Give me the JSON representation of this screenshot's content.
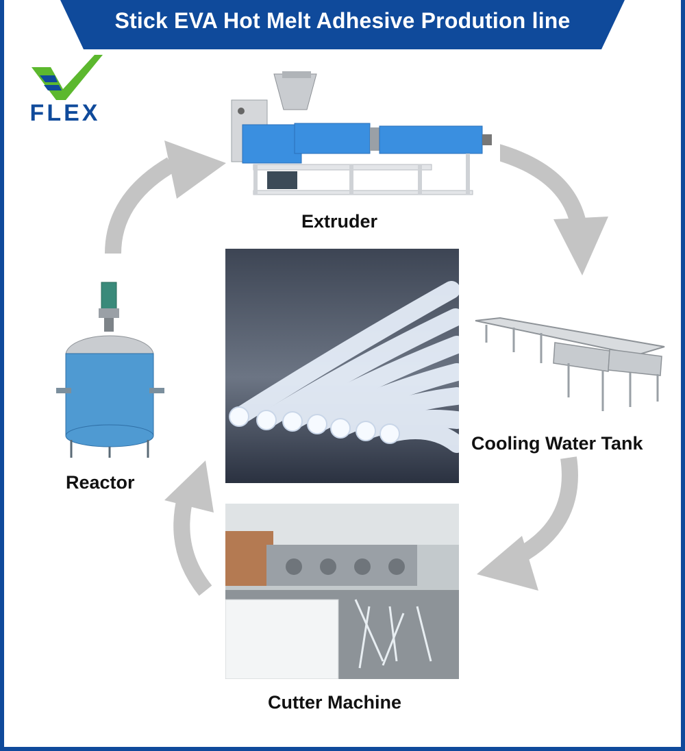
{
  "header": {
    "title": "Stick EVA Hot Melt Adhesive Prodution line"
  },
  "logo": {
    "text": "FLEX",
    "check_color": "#5cb82e",
    "text_color": "#0f4a9b"
  },
  "steps": {
    "extruder": "Extruder",
    "cooling": "Cooling Water Tank",
    "cutter": "Cutter Machine",
    "reactor": "Reactor"
  },
  "colors": {
    "banner": "#0f4a9b",
    "arrow": "#c4c4c4",
    "machine_blue": "#3a8fe0"
  },
  "icons": [
    "flex-logo-check-icon",
    "cycle-arrow-icon"
  ]
}
